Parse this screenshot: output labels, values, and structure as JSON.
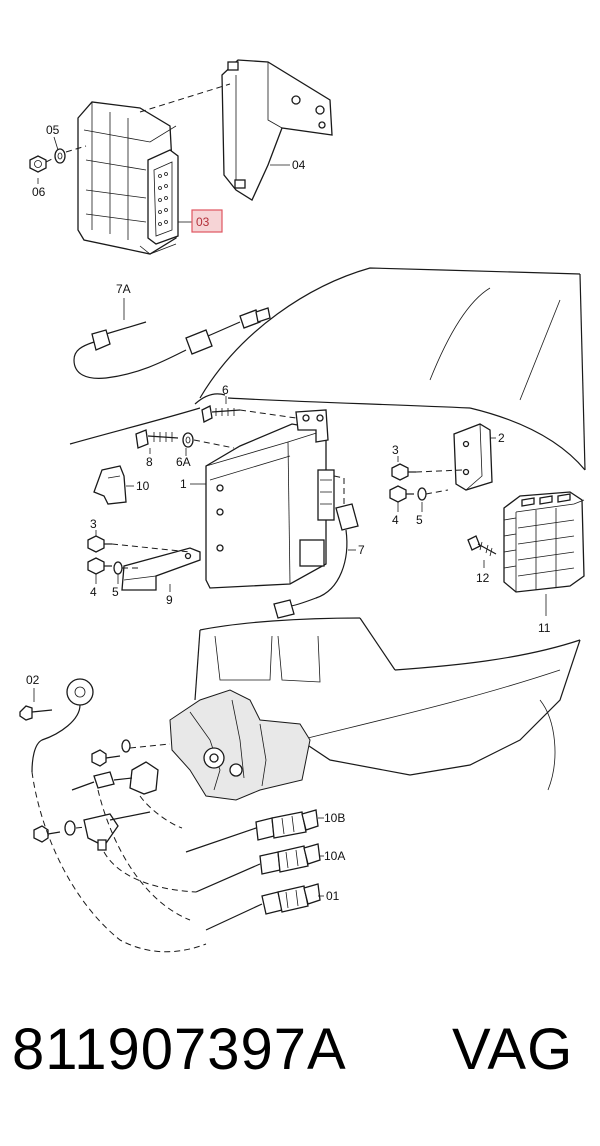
{
  "labels": {
    "l05": "05",
    "l06": "06",
    "l04": "04",
    "l03": "03",
    "l7A": "7A",
    "l6": "6",
    "l8": "8",
    "l6A": "6A",
    "l10": "10",
    "l1": "1",
    "l2": "2",
    "l3a": "3",
    "l4a": "4",
    "l5a": "5",
    "l3b": "3",
    "l4b": "4",
    "l5b": "5",
    "l9": "9",
    "l7": "7",
    "l12": "12",
    "l11": "11",
    "l02": "02",
    "l10B": "10B",
    "l10A": "10A",
    "l01": "01"
  },
  "highlight": {
    "label": "03",
    "color": "#e05560",
    "fill": "#f6d4d6"
  },
  "caption": {
    "part_number": "811907397A",
    "brand": "VAG"
  }
}
